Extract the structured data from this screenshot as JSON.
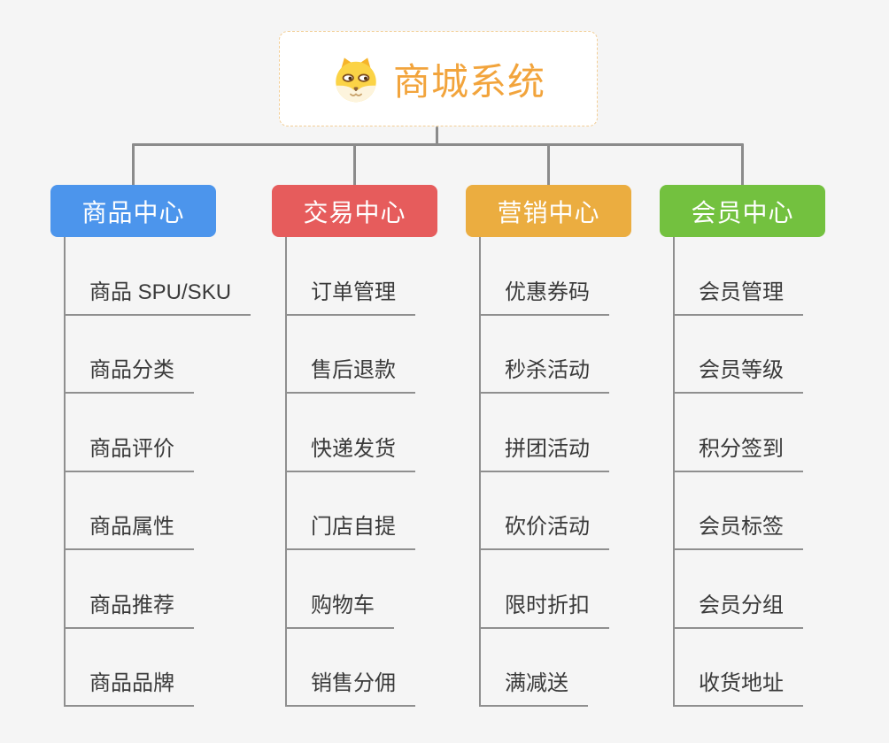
{
  "root": {
    "title": "商城系统",
    "icon": "dog-icon",
    "text_color": "#f2a43c",
    "border_color": "#f2ce96",
    "background": "#ffffff"
  },
  "connector_color": "#8b8b8b",
  "background_color": "#f5f5f5",
  "child_text_color": "#3a3a3a",
  "branches": [
    {
      "label": "商品中心",
      "color": "#4c95ec",
      "children": [
        "商品 SPU/SKU",
        "商品分类",
        "商品评价",
        "商品属性",
        "商品推荐",
        "商品品牌"
      ]
    },
    {
      "label": "交易中心",
      "color": "#e65c5c",
      "children": [
        "订单管理",
        "售后退款",
        "快递发货",
        "门店自提",
        "购物车",
        "销售分佣"
      ]
    },
    {
      "label": "营销中心",
      "color": "#ebad40",
      "children": [
        "优惠券码",
        "秒杀活动",
        "拼团活动",
        "砍价活动",
        "限时折扣",
        "满减送"
      ]
    },
    {
      "label": "会员中心",
      "color": "#73c13f",
      "children": [
        "会员管理",
        "会员等级",
        "积分签到",
        "会员标签",
        "会员分组",
        "收货地址"
      ]
    }
  ]
}
